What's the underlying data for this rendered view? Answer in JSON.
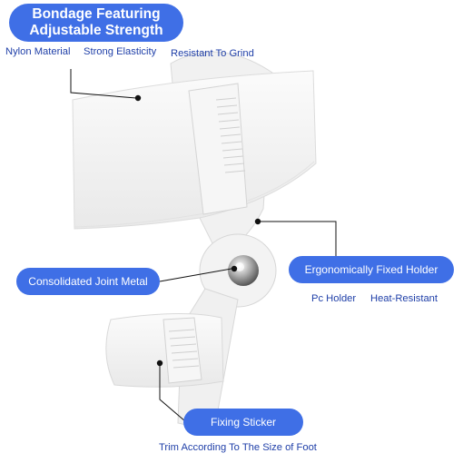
{
  "title": {
    "line1": "Bondage Featuring",
    "line2": "Adjustable Strength"
  },
  "top_features": [
    "Nylon Material",
    "Strong Elasticity",
    "Resistant To Grind"
  ],
  "callouts": {
    "joint": "Consolidated Joint Metal",
    "holder": "Ergonomically Fixed Holder",
    "sticker": "Fixing Sticker"
  },
  "holder_features": [
    "Pc Holder",
    "Heat-Resistant"
  ],
  "sticker_caption": "Trim According To The Size of Foot",
  "colors": {
    "accent": "#3f6fe6",
    "caption_text": "#1f3fa8",
    "product": "#f4f4f4"
  }
}
